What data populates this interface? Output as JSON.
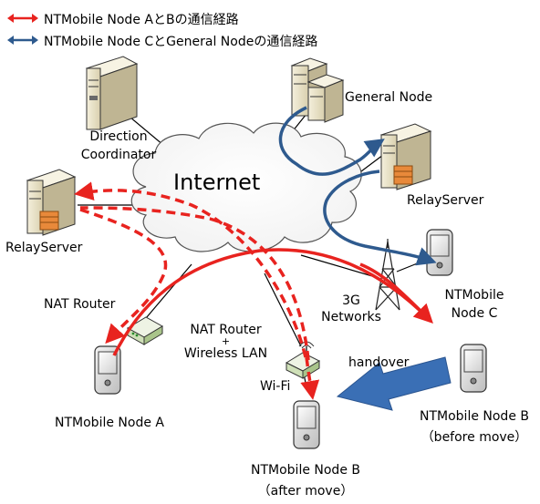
{
  "legend": [
    {
      "text": "NTMobile Node AとBの通信経路",
      "color": "#e8231f"
    },
    {
      "text": "NTMobile Node CとGeneral Nodeの通信経路",
      "color": "#2e5a8e"
    }
  ],
  "cloud_label": "Internet",
  "labels": {
    "general_node": "General Node",
    "dc_line1": "Direction",
    "dc_line2": "Coordinator",
    "relay_right": "RelayServer",
    "relay_left": "RelayServer",
    "nat_router": "NAT Router",
    "nat_wifi_line1": "NAT Router",
    "nat_wifi_line2": "+",
    "nat_wifi_line3": "Wireless LAN",
    "wifi": "Wi-Fi",
    "handover": "handover",
    "g3_line1": "3G",
    "g3_line2": "Networks",
    "node_c_line1": "NTMobile",
    "node_c_line2": "Node C",
    "node_a": "NTMobile Node A",
    "node_b_before_line1": "NTMobile Node B",
    "node_b_before_line2": "（before move）",
    "node_b_after_line1": "NTMobile Node B",
    "node_b_after_line2": "（after move）"
  },
  "colors": {
    "red_path": "#e8231f",
    "blue_path": "#2e5a8e",
    "handover_arrow": "#3a6fb5",
    "server_body": "#e9e2c8",
    "router_body": "#cfe0b8"
  }
}
